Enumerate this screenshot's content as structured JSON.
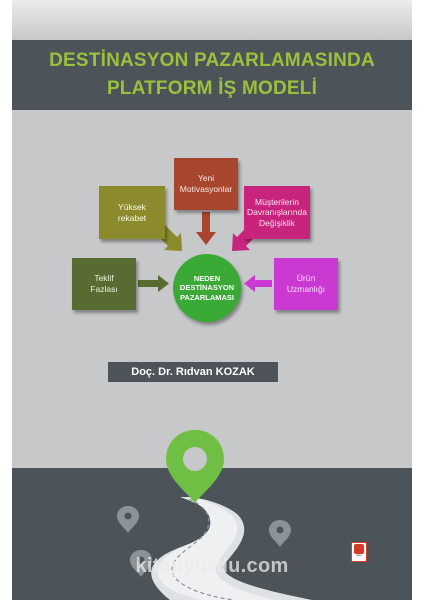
{
  "title": {
    "line1": "DESTİNASYON PAZARLAMASINDA",
    "line2": "PLATFORM İŞ MODELİ"
  },
  "diagram": {
    "center": {
      "line1": "NEDEN",
      "line2": "DESTİNASYON",
      "line3": "PAZARLAMASI"
    },
    "boxes": {
      "teklif": {
        "line1": "Teklif",
        "line2": "Fazlası"
      },
      "yuksek": {
        "line1": "Yüksek",
        "line2": "rekabet"
      },
      "yeni": {
        "line1": "Yeni",
        "line2": "Motivasyonlar"
      },
      "musteri": {
        "line1": "Müşterilerin",
        "line2": "Davranışlarında",
        "line3": "Değişiklik"
      },
      "urun": {
        "line1": "Ürün",
        "line2": "Uzmanlığı"
      }
    }
  },
  "author": "Doç. Dr. Rıdvan KOZAK",
  "publisher_mark": "ekin",
  "watermark": "kitapyurdu.com",
  "colors": {
    "title_text": "#9ac13c",
    "band": "#4d5459",
    "background": "#c7c8ca",
    "pin": "#6fbf44",
    "center": "#3aa935"
  },
  "icons": [
    "location-pin-icon",
    "arrow-right-icon",
    "arrow-down-icon",
    "arrow-left-icon"
  ]
}
